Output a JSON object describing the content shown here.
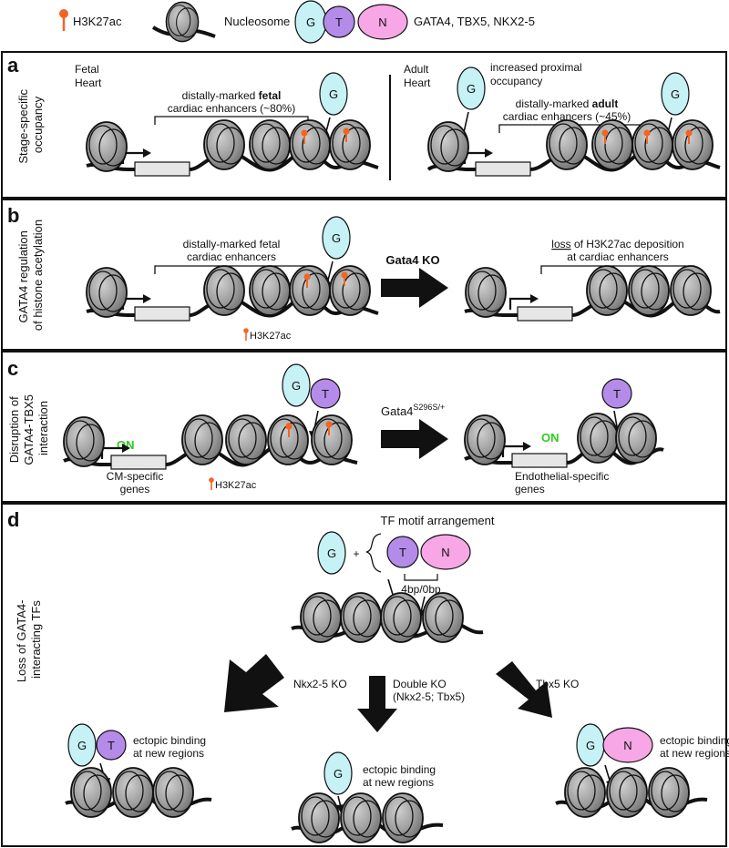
{
  "legend": {
    "h3k27ac": "H3K27ac",
    "nucleosome": "Nucleosome",
    "tf_labels": [
      "G",
      "T",
      "N"
    ],
    "tfs": "GATA4, TBX5, NKX2-5"
  },
  "colors": {
    "gata4": "#c6f1f5",
    "tbx5": "#b58bea",
    "nkx25": "#f7a6e6",
    "mark": "#f26522",
    "on": "#2ecc1f"
  },
  "panel_a": {
    "letter": "a",
    "side_label": [
      "Stage-specific",
      "occupancy"
    ],
    "fetal": {
      "title": [
        "Fetal",
        "Heart"
      ],
      "bracket": [
        "distally-marked ",
        "fetal",
        "cardiac enhancers (~80%)"
      ],
      "tf": "G"
    },
    "adult": {
      "title": [
        "Adult",
        "Heart"
      ],
      "note": [
        "increased proximal",
        "occupancy"
      ],
      "bracket": [
        "distally-marked ",
        "adult",
        "cardiac enhancers (~45%)"
      ],
      "tf": "G"
    }
  },
  "panel_b": {
    "letter": "b",
    "side_label": [
      "GATA4 regulation",
      "of histone acetylation"
    ],
    "bracket": [
      "distally-marked fetal",
      "cardiac enhancers"
    ],
    "mark_label": "H3K27ac",
    "arrow_label": "Gata4 KO",
    "result": [
      "loss",
      " of H3K27ac deposition",
      "at cardiac enhancers"
    ],
    "tf": "G"
  },
  "panel_c": {
    "letter": "c",
    "side_label": [
      "Disruption of",
      "GATA4-TBX5",
      "interaction"
    ],
    "on": "ON",
    "genes_left": [
      "CM-specific",
      "genes"
    ],
    "mark_label": "H3K27ac",
    "arrow_label_base": "Gata4",
    "arrow_label_sup": "S296S/+",
    "genes_right": [
      "Endothelial-specific",
      "genes"
    ],
    "tf_left": [
      "G",
      "T"
    ],
    "tf_right": "T"
  },
  "panel_d": {
    "letter": "d",
    "side_label": [
      "Loss of GATA4-",
      "interacting TFs"
    ],
    "motif_title": "TF motif arrangement",
    "plus": "+",
    "spacing": "4bp/0bp",
    "left_arrow": "Nkx2-5 KO",
    "middle_arrow": [
      "Double KO",
      "(Nkx2-5; Tbx5)"
    ],
    "right_arrow": "Tbx5 KO",
    "ectopic": [
      "ectopic binding",
      "at new regions"
    ]
  }
}
